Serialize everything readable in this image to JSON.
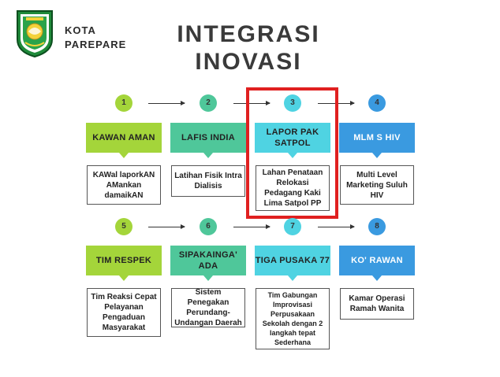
{
  "brand": {
    "line1": "KOTA",
    "line2": "PAREPARE"
  },
  "title": {
    "line1": "INTEGRASI",
    "line2": "INOVASI"
  },
  "colors": {
    "green": "#a4d53a",
    "teal": "#4fc79a",
    "cyan": "#4fd3e2",
    "blue": "#3a9ae0",
    "highlight": "#e02020"
  },
  "items": [
    {
      "number": "1",
      "name": "KAWAN AMAN",
      "description": "KAWal laporkAN AMankan damaikAN"
    },
    {
      "number": "2",
      "name": "LAFIS INDIA",
      "description": "Latihan Fisik Intra Dialisis"
    },
    {
      "number": "3",
      "name": "LAPOR PAK SATPOL",
      "description": "Lahan Penataan Relokasi Pedagang Kaki Lima Satpol PP"
    },
    {
      "number": "4",
      "name": "MLM S HIV",
      "description": "Multi Level Marketing Suluh HIV"
    },
    {
      "number": "5",
      "name": "TIM RESPEK",
      "description": "Tim Reaksi Cepat Pelayanan Pengaduan Masyarakat"
    },
    {
      "number": "6",
      "name": "SIPAKAINGA' ADA",
      "description": "Sistem Penegakan Perundang-Undangan Daerah"
    },
    {
      "number": "7",
      "name": "TIGA PUSAKA 77",
      "description": "Tim Gabungan Improvisasi Perpusakaan Sekolah dengan 2 langkah tepat Sederhana"
    },
    {
      "number": "8",
      "name": "KO' RAWAN",
      "description": "Kamar Operasi Ramah Wanita"
    }
  ]
}
